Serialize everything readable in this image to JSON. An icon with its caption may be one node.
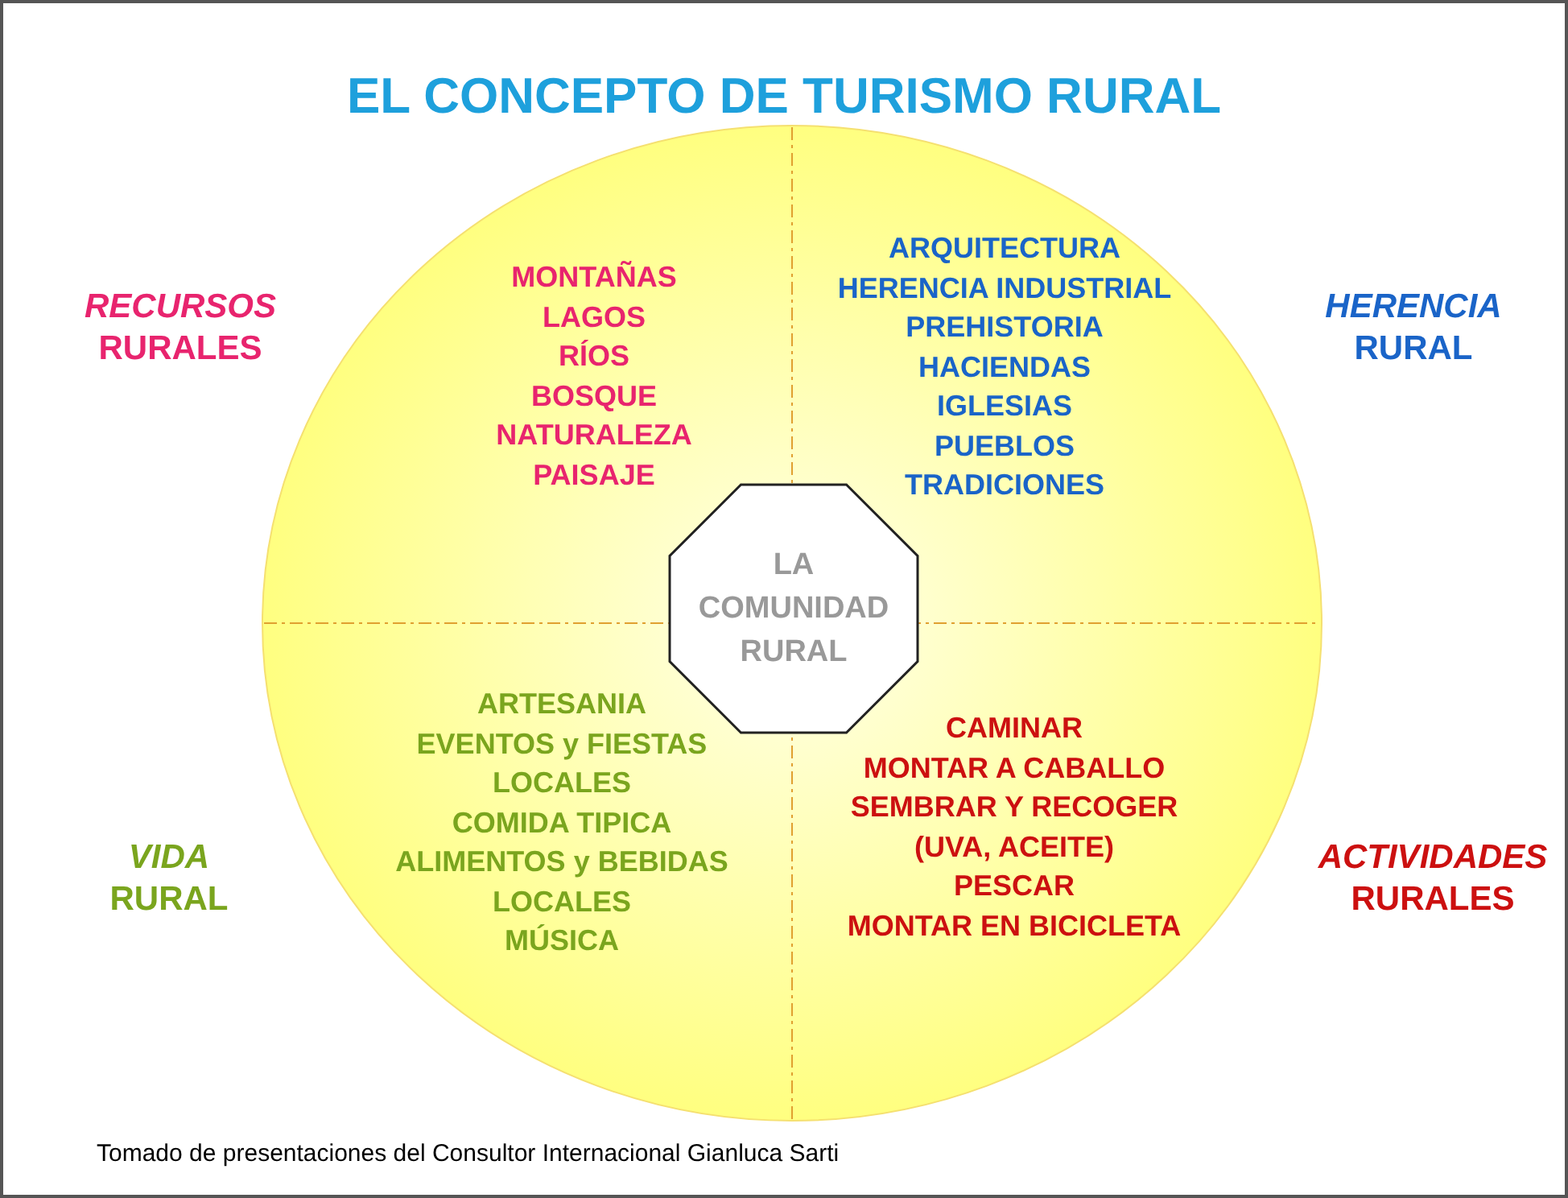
{
  "diagram": {
    "title": "EL CONCEPTO DE TURISMO RURAL",
    "caption": "Tomado de presentaciones del Consultor Internacional Gianluca Sarti",
    "nodes": [
      {
        "text": [],
        "shape": "circle"
      },
      {
        "text": [
          "LA COMUNIDAD RURAL"
        ],
        "in": 0
      }
    ],
    "edges": [],
    "labels": [
      "*RECURSOS* RURALES",
      "MONTAÑAS",
      "LAGOS",
      "RÍOS",
      "BOSQUE",
      "NATURALEZA",
      "PAISAJE",
      "ARQUITECTURA",
      "HERENCIA INDUSTRIAL",
      "PREHISTORIA",
      "HACIENDAS",
      "IGLESIAS",
      "PUEBLOS",
      "TRADICIONES",
      "*HERENCIA* RURAL",
      "ARTESANIA",
      "EVENTOS y FIESTAS LOCALES",
      "COMIDA TIPICA",
      "ALIMENTOS y BEBIDAS LOCALES",
      "MÚSICA",
      "CAMINAR",
      "MONTAR A CABALLO",
      "SEMBRAR Y RECOGER (UVA, ACEITE)",
      "PESCAR",
      "MONTAR EN BICICLETA",
      "*VIDA* RURAL",
      "*ACTIVIDADES* RURALES"
    ]
  }
}
